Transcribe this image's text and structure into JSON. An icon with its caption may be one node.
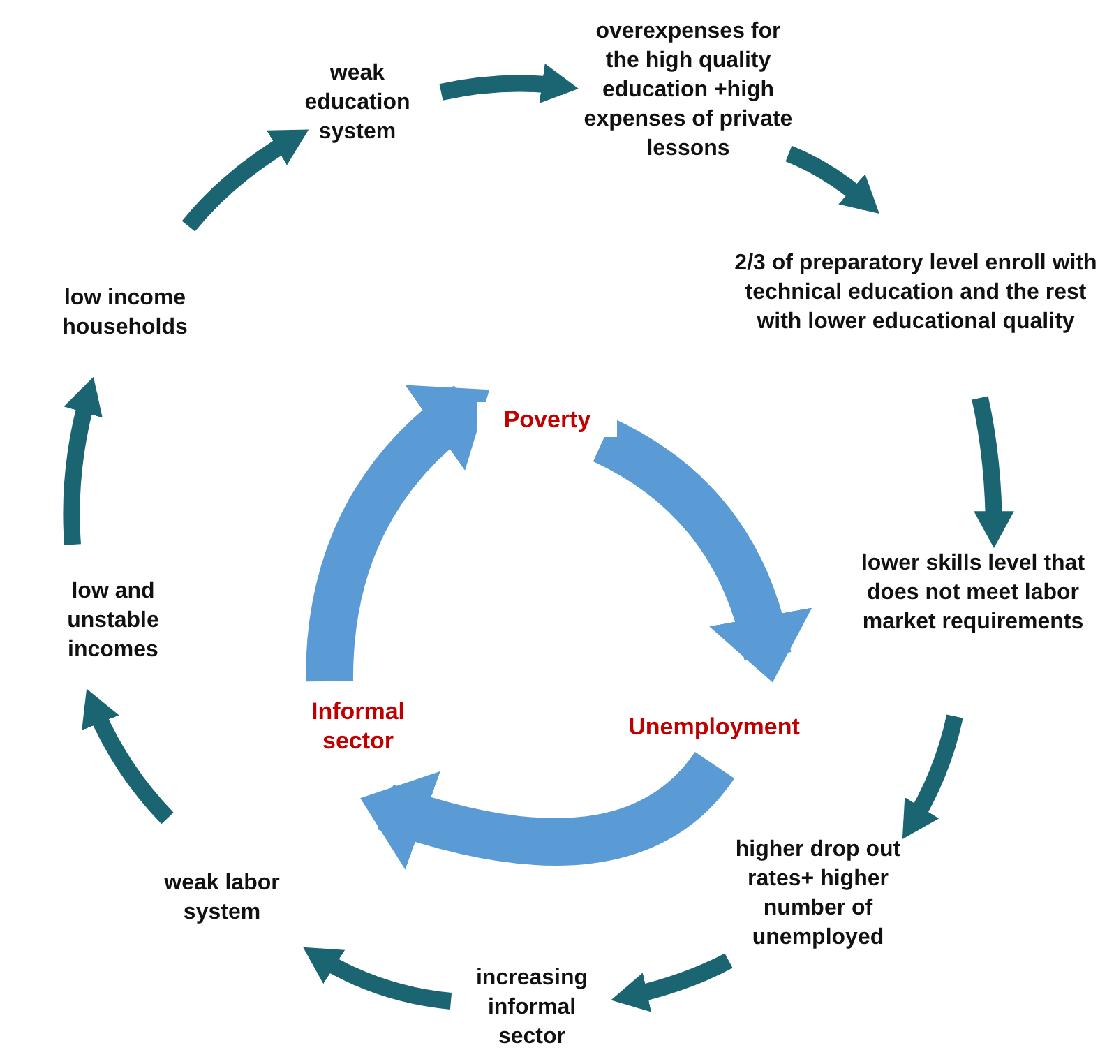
{
  "diagram": {
    "nodes": [
      {
        "text": [
          "weak education system"
        ]
      },
      {
        "text": [
          "overexpenses for the high quality education +high expenses of private lessons"
        ]
      },
      {
        "text": [
          "2/3 of preparatory level enroll with technical education and the rest with lower educational quality"
        ]
      },
      {
        "text": [
          "lower skills level that does not meet labor market requirements"
        ]
      },
      {
        "text": [
          "higher drop out rates+ higher number of unemployed"
        ]
      },
      {
        "text": [
          "increasing informal sector"
        ]
      },
      {
        "text": [
          "weak labor system"
        ]
      },
      {
        "text": [
          "low and unstable incomes"
        ]
      },
      {
        "text": [
          "low income households"
        ]
      },
      {
        "text": [
          "Poverty"
        ]
      },
      {
        "text": [
          "Unemployment"
        ]
      },
      {
        "text": [
          "Informal sector"
        ]
      }
    ],
    "edges": [
      {
        "from": 0,
        "to": 1,
        "arrow": "to"
      },
      {
        "from": 1,
        "to": 2,
        "arrow": "to"
      },
      {
        "from": 2,
        "to": 3,
        "arrow": "to"
      },
      {
        "from": 3,
        "to": 4,
        "arrow": "to"
      },
      {
        "from": 4,
        "to": 5,
        "arrow": "to"
      },
      {
        "from": 5,
        "to": 6,
        "arrow": "to"
      },
      {
        "from": 6,
        "to": 7,
        "arrow": "to"
      },
      {
        "from": 7,
        "to": 8,
        "arrow": "to"
      },
      {
        "from": 8,
        "to": 0,
        "arrow": "to"
      },
      {
        "from": 9,
        "to": 10,
        "arrow": "to",
        "style": "thick",
        "color": "#5b9bd5"
      },
      {
        "from": 10,
        "to": 11,
        "arrow": "to",
        "style": "thick",
        "color": "#5b9bd5"
      },
      {
        "from": 11,
        "to": 9,
        "arrow": "to",
        "style": "thick",
        "color": "#5b9bd5"
      }
    ]
  }
}
